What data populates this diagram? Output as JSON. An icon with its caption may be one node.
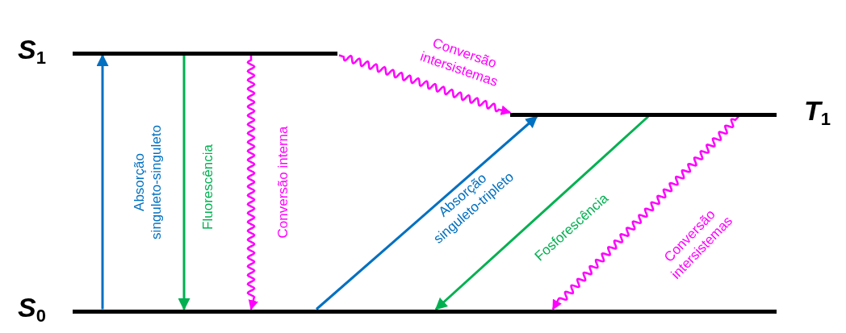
{
  "diagram": {
    "nodes": [
      {
        "text": [],
        "shape": "bar",
        "beside": [
          "S$_{1}$"
        ]
      },
      {
        "text": [],
        "shape": "bar",
        "beside": [
          "T$_{1}$"
        ]
      },
      {
        "text": [],
        "shape": "bar",
        "beside": [
          "S$_{0}$"
        ]
      }
    ],
    "edges": [
      {
        "from": 2,
        "to": 0,
        "arrow": "to",
        "label": "Absorção singuleto-singuleto",
        "color": "#0070c0"
      },
      {
        "from": 0,
        "to": 2,
        "arrow": "to",
        "label": "Fluorescência",
        "color": "#00b050"
      },
      {
        "from": 0,
        "to": 2,
        "arrow": "to",
        "label": "Conversão interna",
        "color": "#ff00ff"
      },
      {
        "from": 0,
        "to": 1,
        "arrow": "to",
        "label": "Conversão intersistemas",
        "color": "#ff00ff"
      },
      {
        "from": 2,
        "to": 1,
        "arrow": "to",
        "label": "Absorção singuleto-tripleto",
        "color": "#0070c0"
      },
      {
        "from": 1,
        "to": 2,
        "arrow": "to",
        "label": "Fosforescência",
        "color": "#00b050"
      },
      {
        "from": 1,
        "to": 2,
        "arrow": "to",
        "label": "Conversão intersistemas",
        "color": "#ff00ff"
      }
    ]
  }
}
